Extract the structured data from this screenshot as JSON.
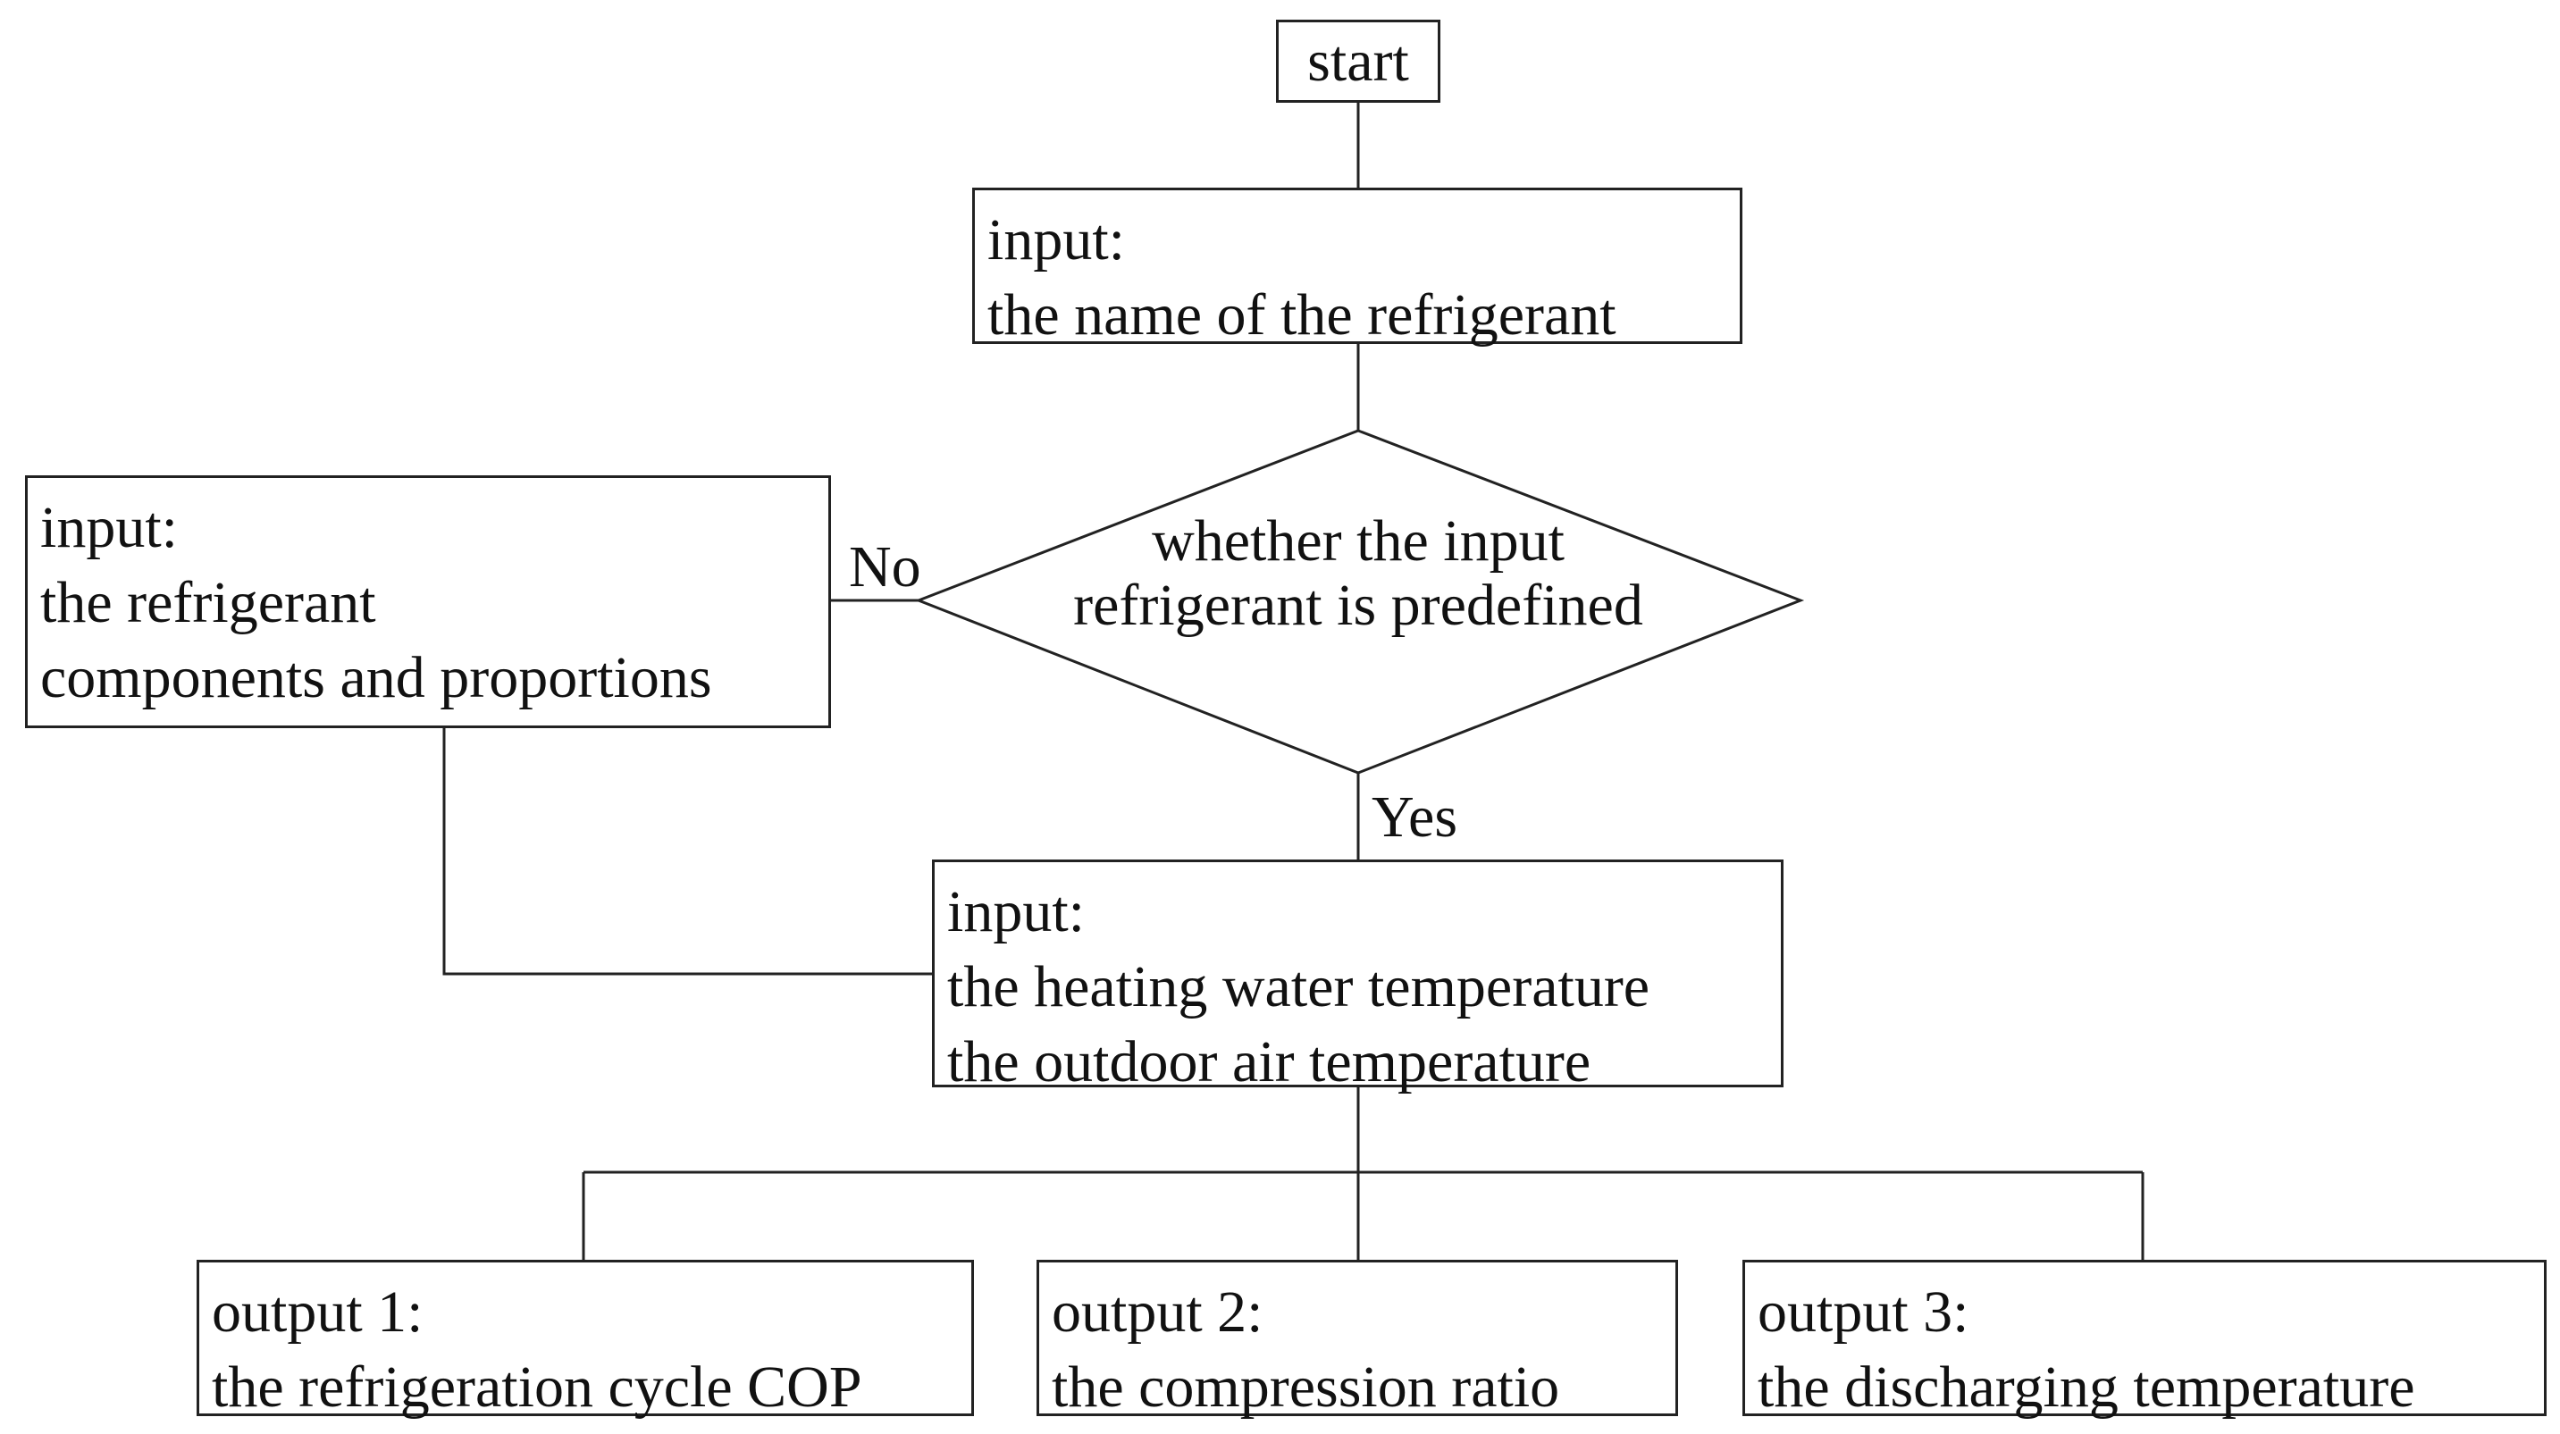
{
  "flowchart": {
    "start": {
      "label": "start"
    },
    "input_name": {
      "lines": [
        "input:",
        "the name of the refrigerant"
      ]
    },
    "decision": {
      "lines": [
        "whether the input",
        "refrigerant is predefined"
      ]
    },
    "input_components": {
      "lines": [
        "input:",
        "the refrigerant",
        "components and proportions"
      ]
    },
    "input_temperatures": {
      "lines": [
        "input:",
        "the heating water temperature",
        "the outdoor air temperature"
      ]
    },
    "outputs": [
      {
        "lines": [
          "output 1:",
          "the refrigeration cycle COP"
        ]
      },
      {
        "lines": [
          "output 2:",
          "the compression ratio"
        ]
      },
      {
        "lines": [
          "output 3:",
          "the discharging temperature"
        ]
      }
    ],
    "edge_labels": {
      "no": "No",
      "yes": "Yes"
    }
  }
}
